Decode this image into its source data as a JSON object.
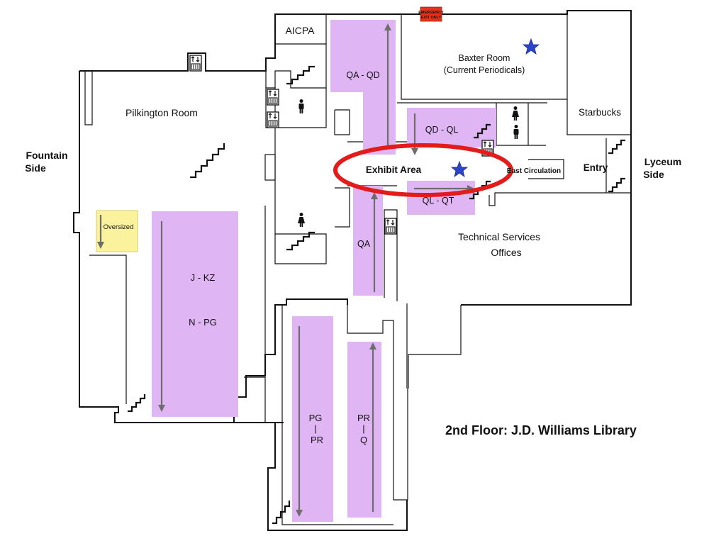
{
  "title": "2nd Floor: J.D. Williams Library",
  "sides": {
    "fountain_1": "Fountain",
    "fountain_2": "Side",
    "lyceum_1": "Lyceum",
    "lyceum_2": "Side"
  },
  "rooms": {
    "aicpa": "AICPA",
    "baxter_1": "Baxter Room",
    "baxter_2": "(Current Periodicals)",
    "pilkington": "Pilkington Room",
    "starbucks": "Starbucks",
    "entry": "Entry",
    "tech_1": "Technical Services",
    "tech_2": "Offices",
    "exhibit": "Exhibit Area",
    "east_circulation": "East Circulation",
    "oversized": "Oversized"
  },
  "call_numbers": {
    "qa_qd": "QA - QD",
    "qd_ql": "QD - QL",
    "ql_qt": "QL - QT",
    "qa": "QA",
    "j_kz": "J - KZ",
    "n_pg": "N - PG",
    "pg_pr_1": "PG",
    "pg_pr_2": "|",
    "pg_pr_3": "PR",
    "pr_q_1": "PR",
    "pr_q_2": "|",
    "pr_q_3": "Q"
  },
  "emergency_sign": {
    "line1": "EMERGENCY",
    "line2": "EXIT ONLY"
  },
  "colors": {
    "shelf": "#e0b5f3",
    "oversized": "#fbf29e",
    "highlight_ring": "#e31b1b",
    "star": "#2c45c8",
    "east_circulation": "#e31b1b",
    "emergency": "#e8321a"
  },
  "icons": [
    "elevator-icon",
    "restroom-man-icon",
    "restroom-woman-icon",
    "stairs-icon",
    "star-icon",
    "emergency-exit-sign"
  ]
}
